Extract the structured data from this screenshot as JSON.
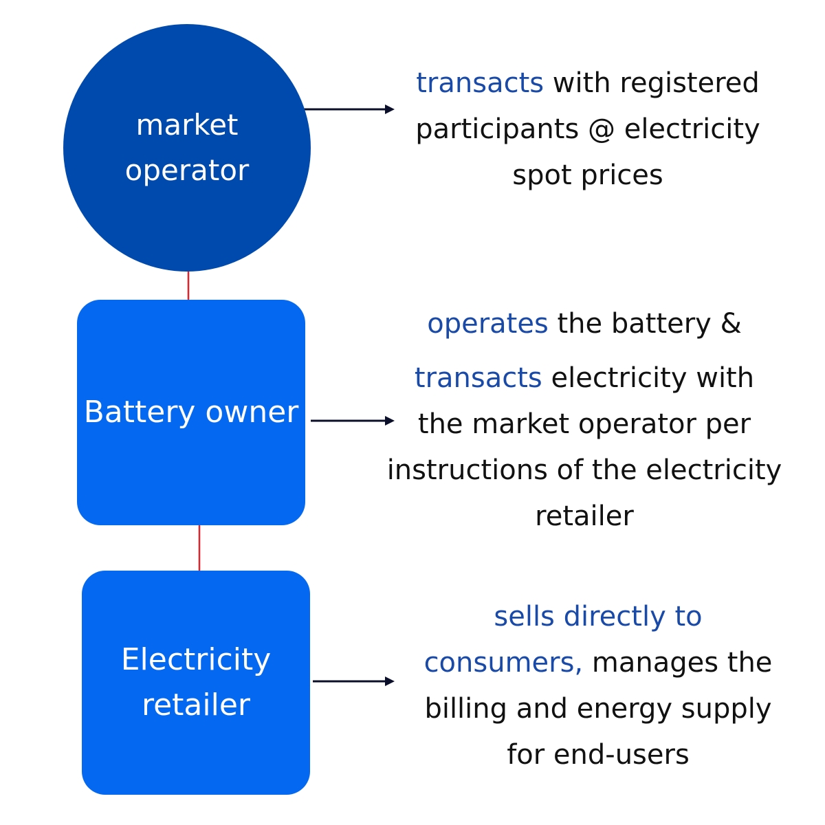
{
  "colors": {
    "circle_fill": "#004aad",
    "box_fill": "#0468f0",
    "node_text": "#ffffff",
    "description_text": "#111111",
    "highlight_text": "#1a4aa8",
    "arrow_black": "#0b0f2a",
    "arrow_red": "#e3232b"
  },
  "nodes": {
    "market_operator": {
      "line1": "market",
      "line2": "operator",
      "shape": "circle"
    },
    "battery_owner": {
      "label": "Battery owner",
      "shape": "rounded-rectangle"
    },
    "electricity_retailer": {
      "line1": "Electricity",
      "line2": "retailer",
      "shape": "rounded-rectangle"
    }
  },
  "descriptions": {
    "market_operator": {
      "highlight": "transacts",
      "rest_line1": " with registered",
      "line2": "participants @ electricity",
      "line3": "spot prices"
    },
    "battery_owner": {
      "highlight1": "operates",
      "rest1": " the battery &",
      "highlight2": "transacts",
      "rest2": " electricity with",
      "line3": "the market operator per",
      "line4": "instructions of the electricity",
      "line5": "retailer"
    },
    "electricity_retailer": {
      "highlight_line1": "sells directly to",
      "highlight_line2": "consumers,",
      "rest_line2": " manages the",
      "line3": "billing and energy supply",
      "line4": "for end-users"
    }
  },
  "connectors": [
    {
      "from": "market_operator",
      "to": "market_operator_description",
      "style": "single-arrow",
      "color": "arrow_black"
    },
    {
      "from": "battery_owner",
      "to": "battery_owner_description",
      "style": "single-arrow",
      "color": "arrow_black"
    },
    {
      "from": "electricity_retailer",
      "to": "electricity_retailer_description",
      "style": "single-arrow",
      "color": "arrow_black"
    },
    {
      "from": "market_operator",
      "to": "battery_owner",
      "style": "double-arrow",
      "color": "arrow_red"
    },
    {
      "from": "battery_owner",
      "to": "electricity_retailer",
      "style": "double-arrow",
      "color": "arrow_red"
    }
  ]
}
